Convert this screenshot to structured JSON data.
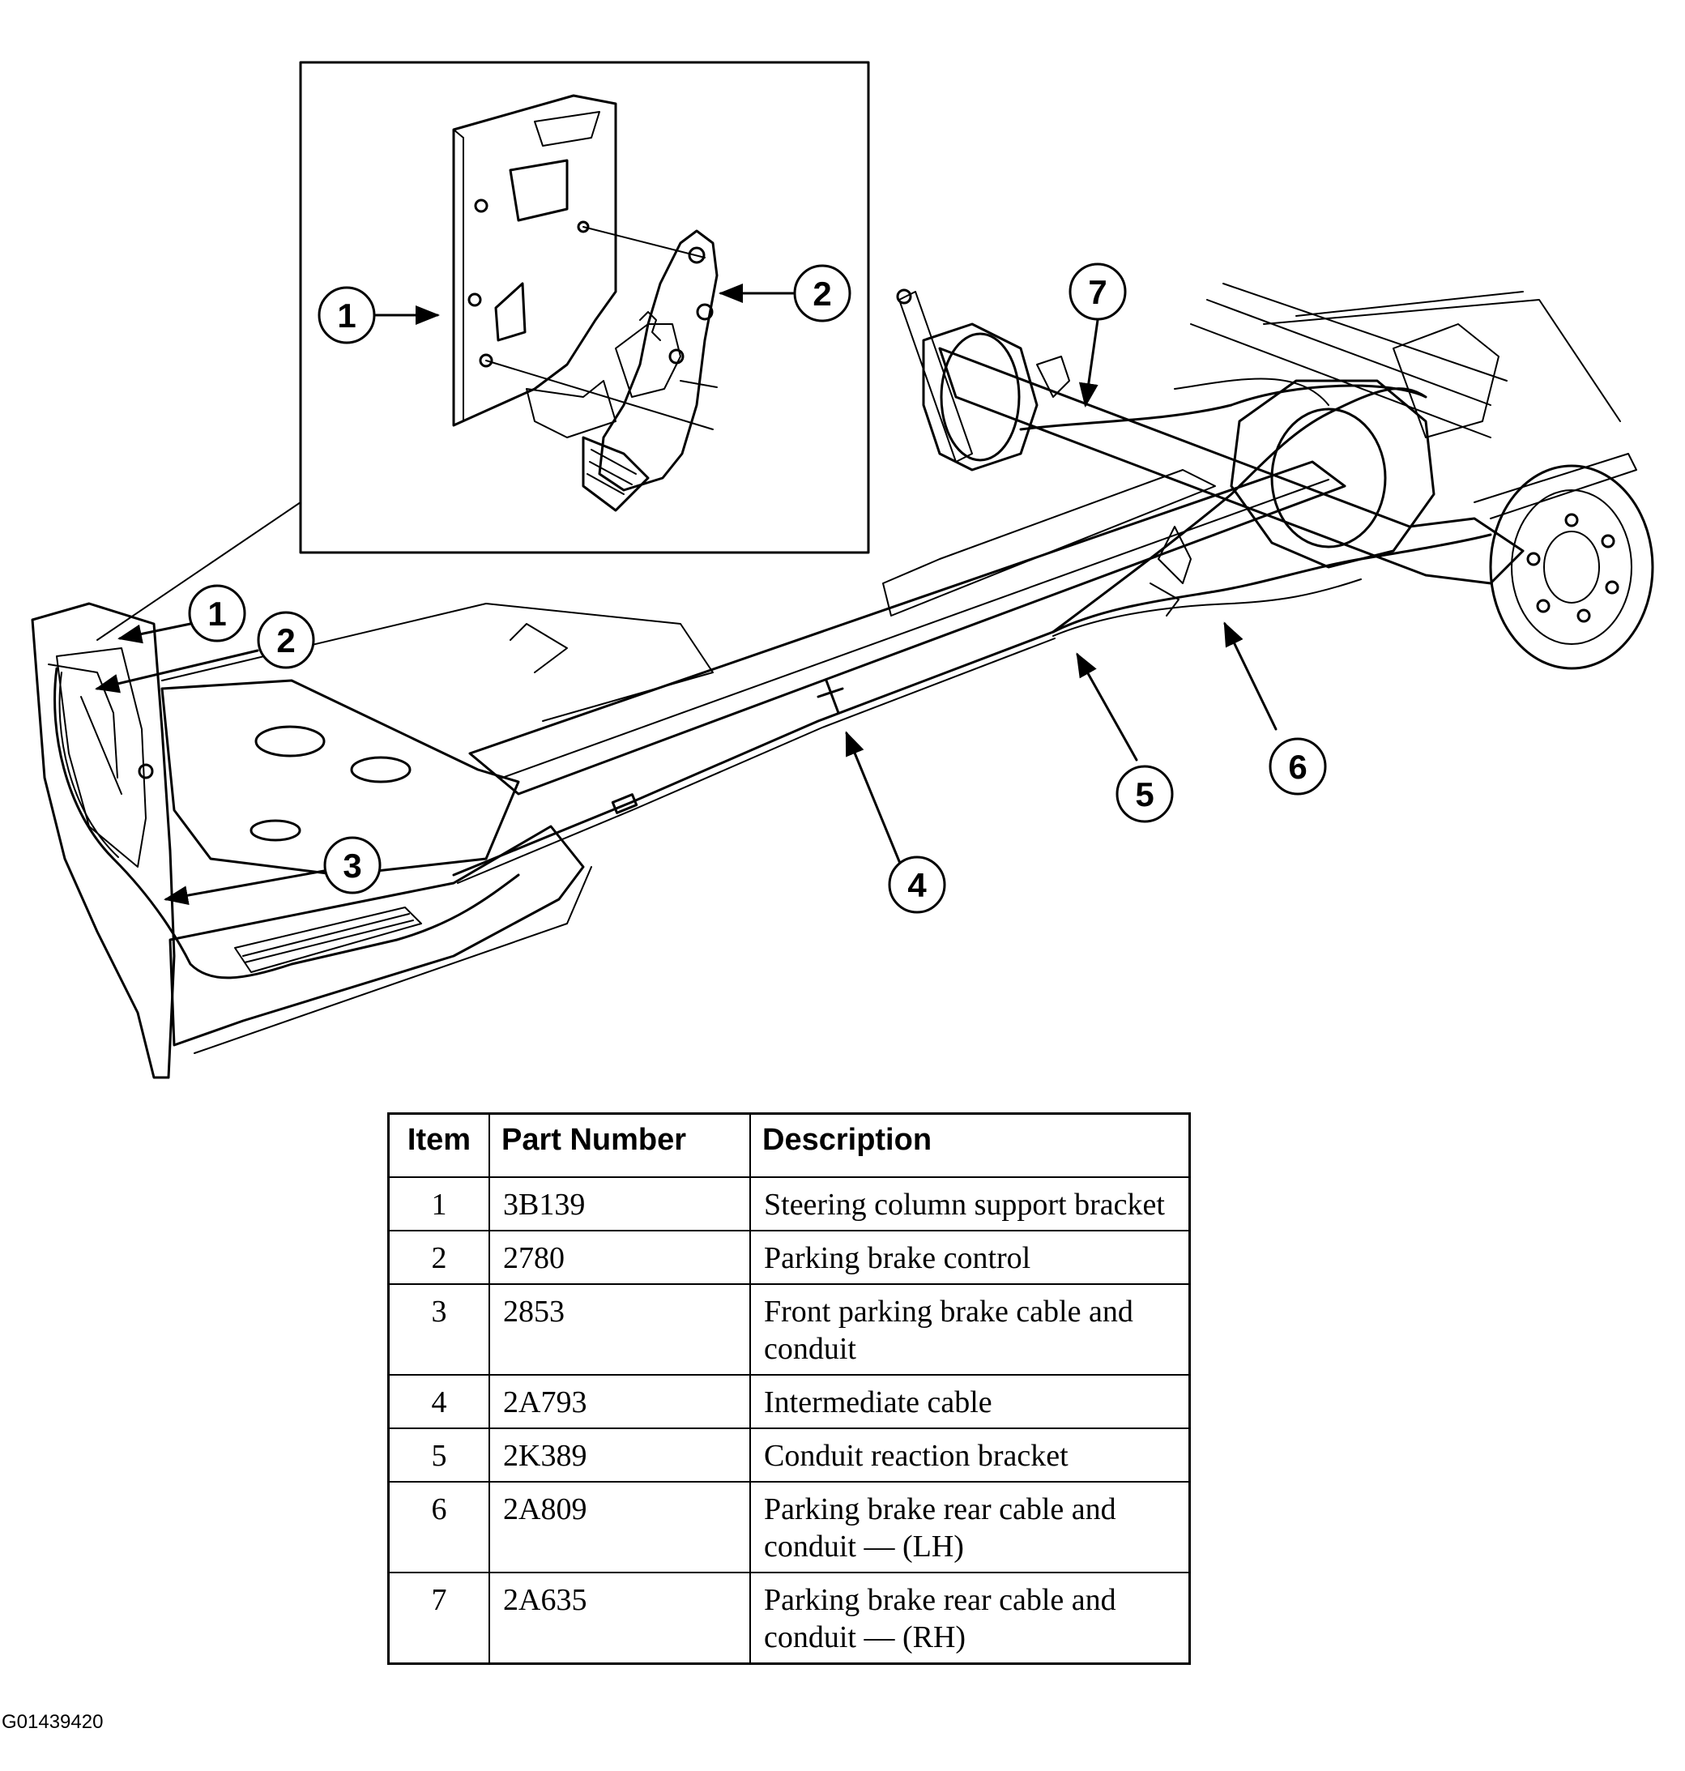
{
  "callouts": [
    {
      "number": "1"
    },
    {
      "number": "2"
    },
    {
      "number": "7"
    },
    {
      "number": "1"
    },
    {
      "number": "2"
    },
    {
      "number": "3"
    },
    {
      "number": "4"
    },
    {
      "number": "5"
    },
    {
      "number": "6"
    }
  ],
  "table": {
    "headers": {
      "item": "Item",
      "part_number": "Part Number",
      "description": "Description"
    },
    "rows": [
      {
        "item": "1",
        "part_number": "3B139",
        "description": "Steering column support bracket"
      },
      {
        "item": "2",
        "part_number": "2780",
        "description": "Parking brake control"
      },
      {
        "item": "3",
        "part_number": "2853",
        "description": "Front parking brake cable and conduit"
      },
      {
        "item": "4",
        "part_number": "2A793",
        "description": "Intermediate cable"
      },
      {
        "item": "5",
        "part_number": "2K389",
        "description": "Conduit reaction bracket"
      },
      {
        "item": "6",
        "part_number": "2A809",
        "description": "Parking brake rear cable and conduit — (LH)"
      },
      {
        "item": "7",
        "part_number": "2A635",
        "description": "Parking brake rear cable and conduit — (RH)"
      }
    ]
  },
  "figure_id": "G01439420"
}
